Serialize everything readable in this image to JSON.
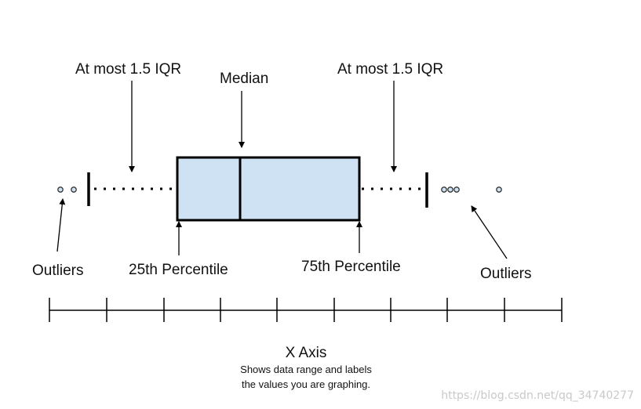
{
  "labels": {
    "iqr_left": "At most 1.5 IQR",
    "median": "Median",
    "iqr_right": "At most 1.5 IQR",
    "outliers_left": "Outliers",
    "p25": "25th Percentile",
    "p75": "75th Percentile",
    "outliers_right": "Outliers"
  },
  "axis": {
    "title": "X Axis",
    "desc_line1": "Shows data range and labels",
    "desc_line2": "the values you are graphing."
  },
  "watermark": "https://blog.csdn.net/qq_34740277",
  "colors": {
    "box_fill": "#cfe2f3",
    "stroke": "#000000",
    "outlier_fill": "#cfe2f3"
  }
}
